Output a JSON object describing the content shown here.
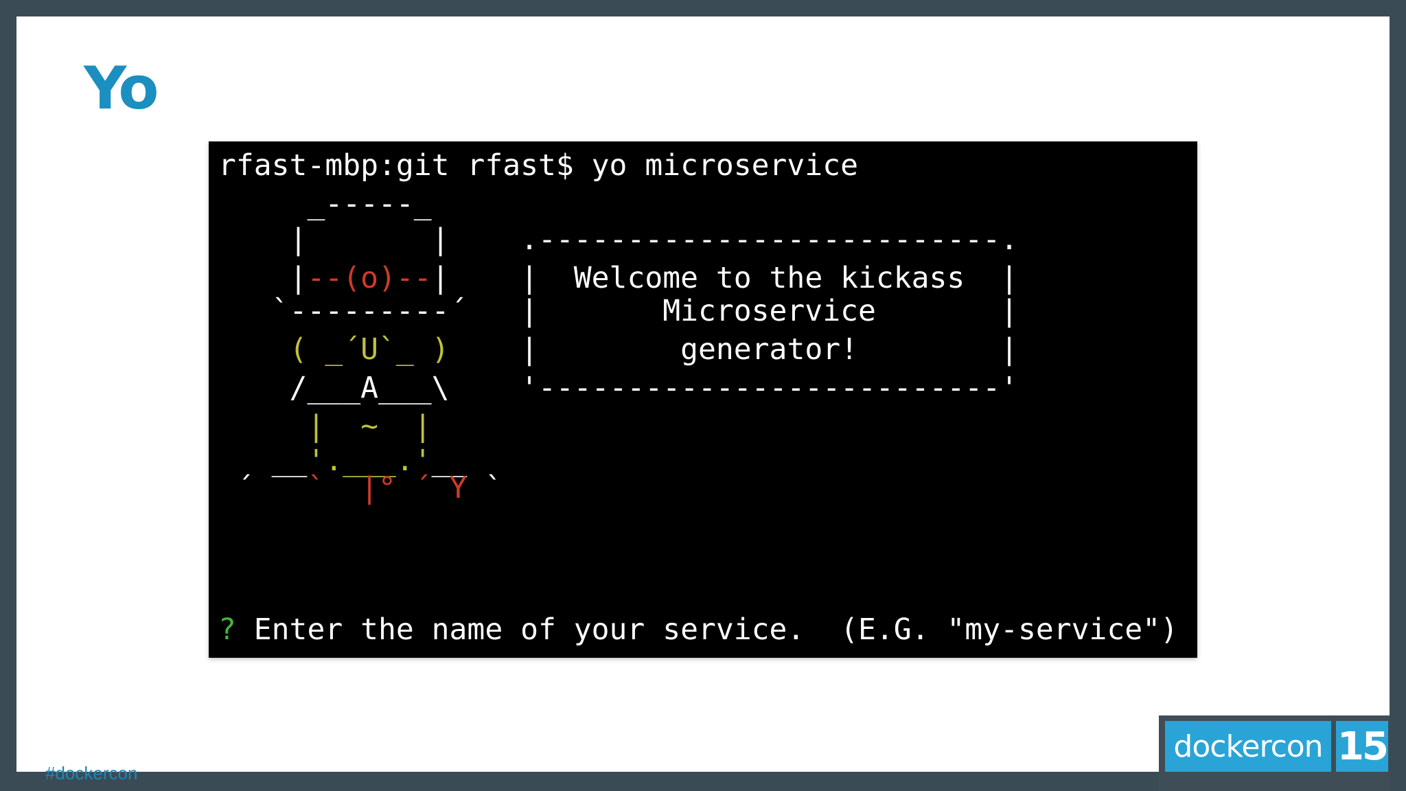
{
  "slide": {
    "title": "Yo",
    "hashtag": "#dockercon"
  },
  "terminal": {
    "command_line": "rfast-mbp:git rfast$ yo microservice",
    "art": {
      "l1": "     _-----_",
      "l2_a": "    |       |    .--------------------------.",
      "l3_a": "    |",
      "l3_b": "--(o)--",
      "l3_c": "|    |  Welcome to the kickass  |",
      "l4": "   `---------´   |       Microservice       |",
      "l5_a": "    ",
      "l5_b": "( _´U`_ )",
      "l5_c": "    |        generator!        |",
      "l6": "    /___A___\\    '--------------------------'",
      "l7": "     |  ~  |",
      "l8_a": "   __",
      "l8_b": "'.___.'",
      "l8_c": "__",
      "l9_a": " ´   ",
      "l9_b": "`  |° ´ Y",
      "l9_c": " `"
    },
    "prompt_mark": "?",
    "prompt_text": " Enter the name of your service.  (E.G. \"my-service\")"
  },
  "badge": {
    "logo_text": "dockercon",
    "year": "15"
  },
  "colors": {
    "title_blue": "#1a8fc0",
    "terminal_bg": "#000000",
    "red": "#d13a28",
    "yellow": "#bfc23a",
    "green": "#45b43c",
    "badge_blue": "#2aa4d6",
    "frame": "#3a4b55"
  }
}
